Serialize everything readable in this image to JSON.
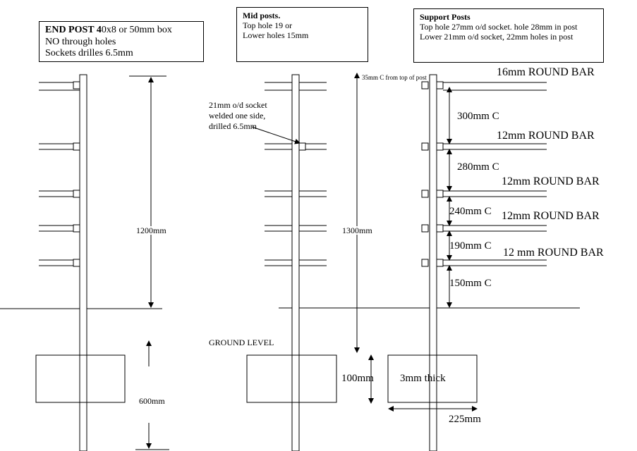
{
  "end_post_box": {
    "title_bold": "END POST 4",
    "title_rest": "0x8 or 50mm box",
    "line2": "NO through holes",
    "line3": " Sockets drilles 6.5mm"
  },
  "mid_post_box": {
    "title": "Mid posts.",
    "line2": "Top hole 19 or",
    "line3": "Lower holes 15mm"
  },
  "support_post_box": {
    "title": "Support Posts",
    "line2": "Top hole 27mm o/d socket. hole 28mm in post",
    "line3": "Lower 21mm o/d socket, 22mm holes in post"
  },
  "labels": {
    "dim_1200": "1200mm",
    "dim_600": "600mm",
    "dim_1300": "1300mm",
    "top_note": "35mm C from top of post",
    "socket_note_1": "21mm o/d socket",
    "socket_note_2": "welded one side,",
    "socket_note_3": "drilled 6.5mm",
    "ground_level": "GROUND LEVEL",
    "dim_100": "100mm",
    "thickness": "3mm thick",
    "dim_225": "225mm"
  },
  "bars": [
    {
      "label": "16mm ROUND BAR"
    },
    {
      "label": "12mm ROUND BAR"
    },
    {
      "label": "12mm ROUND BAR"
    },
    {
      "label": "12mm ROUND BAR"
    },
    {
      "label": "12 mm ROUND BAR"
    }
  ],
  "spacings": [
    {
      "label": "300mm C"
    },
    {
      "label": "280mm C"
    },
    {
      "label": "240mm C"
    },
    {
      "label": "190mm C"
    },
    {
      "label": "150mm C"
    }
  ]
}
